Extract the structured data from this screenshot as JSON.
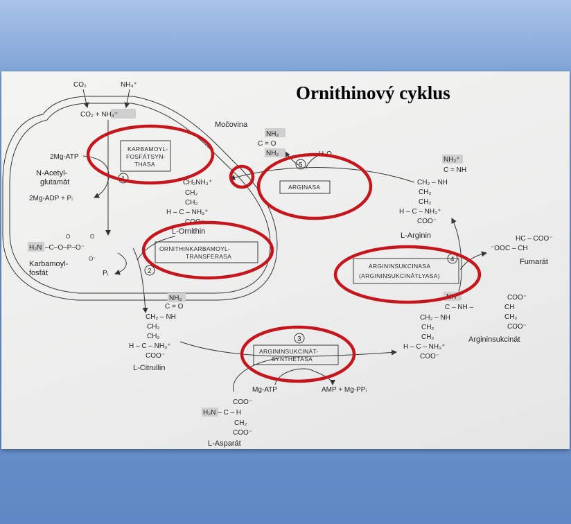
{
  "title": "Ornithinový cyklus",
  "inputs": {
    "co2": "CO₂",
    "nh4": "NH₄⁺",
    "co2_nh4": "CO₂ + NH₄⁺"
  },
  "mitochondrion": {
    "atp_in": "2Mg-ATP",
    "activator": [
      "N-Acetyl-",
      "glutamát"
    ],
    "adp_out": "2Mg-ADP + Pᵢ",
    "carbamoyl_phosphate_formula": [
      "H₂N",
      "–C–O–P–O⁻",
      "O",
      "O",
      "O⁻"
    ],
    "carbamoyl_phosphate_name": [
      "Karbamoyl-",
      "fosfát"
    ],
    "pi": "Pᵢ"
  },
  "enzymes": {
    "karbamoylfosfatsynthasa": [
      "KARBAMOYL-",
      "FOSFÁTSYN-",
      "THASA"
    ],
    "ornithinkarbamoyltransferasa": [
      "ORNITHINKARBAMOYL-",
      "TRANSFERASA"
    ],
    "argininsukcinatsynthetasa": [
      "ARGININSUKCINÁT-",
      "SYNTHETASA"
    ],
    "argininsukcinasa": [
      "ARGININSUKCINASA",
      "(ARGININSUKCINÁTLYASA)"
    ],
    "arginasa": "ARGINASA"
  },
  "steps": [
    "1",
    "2",
    "3",
    "4",
    "5"
  ],
  "ornithine": {
    "lines": [
      "CH₂NH₃⁺",
      "CH₂",
      "CH₂",
      "H – C – NH₃⁺",
      "COO⁻"
    ],
    "name": "L-Ornithin"
  },
  "citrulline": {
    "lines": [
      "NH₂",
      "C = O",
      "CH₂ – NH",
      "CH₂",
      "CH₂",
      "H – C – NH₃⁺",
      "COO⁻"
    ],
    "name": "L-Citrullin"
  },
  "urea": {
    "name": "Močovina",
    "lines": [
      "NH₂",
      "C = O",
      "NH₂"
    ],
    "water": "H₂O"
  },
  "arginine": {
    "lines": [
      "NH₂⁺",
      "C = NH",
      "CH₂ – NH",
      "CH₂",
      "CH₂",
      "H – C – NH₃⁺",
      "COO⁻"
    ],
    "name": "L-Arginin"
  },
  "fumarate": {
    "lines": [
      "HC – COO⁻",
      "⁻OOC – CH"
    ],
    "name": "Fumarát"
  },
  "argininosuccinate": {
    "lines": [
      "NH",
      "C – NH – ",
      "CH₂ – NH",
      "CH₂",
      "CH₂",
      "H – C – NH₃⁺",
      "COO⁻"
    ],
    "right_lines": [
      "COO⁻",
      "CH",
      "CH₂",
      "COO⁻"
    ],
    "name": "Argininsukcinát"
  },
  "aspartate": {
    "lines": [
      "COO⁻",
      "H₂N – C – H",
      "CH₂",
      "COO⁻"
    ],
    "name": "L-Asparát"
  },
  "cofactors": {
    "mg_atp": "Mg-ATP",
    "amp": "AMP + Mg-PPᵢ"
  }
}
